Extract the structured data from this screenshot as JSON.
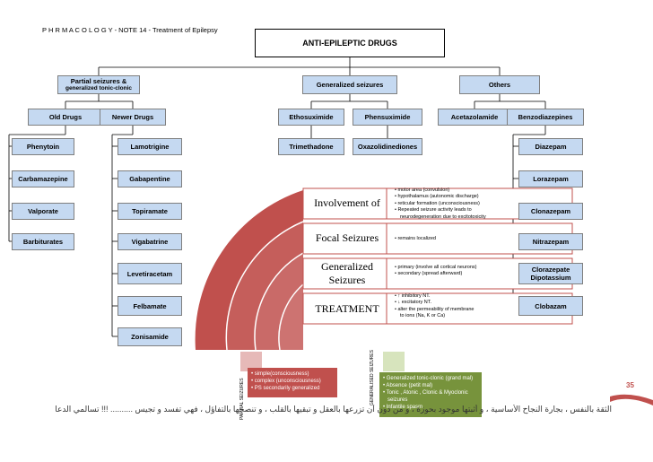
{
  "header": {
    "title": "P H R M A C O L O G Y - NOTE 14 - Treatment of Epilepsy"
  },
  "root": {
    "label": "ANTI-EPILEPTIC DRUGS"
  },
  "categories": {
    "partial": {
      "label": "Partial seizures &",
      "sub": "generalized tonic-clonic"
    },
    "generalized": {
      "label": "Generalized seizures"
    },
    "others": {
      "label": "Others"
    }
  },
  "subcategories": {
    "old": "Old Drugs",
    "newer": "Newer Drugs",
    "benzo": "Benzodiazepines"
  },
  "old_drugs": [
    "Phenytoin",
    "Carbamazepine",
    "Valporate",
    "Barbiturates"
  ],
  "newer_drugs": [
    "Lamotrigine",
    "Gabapentine",
    "Topiramate",
    "Vigabatrine",
    "Levetiracetam",
    "Felbamate",
    "Zonisamide"
  ],
  "generalized_drugs": [
    "Ethosuximide",
    "Phensuximide",
    "Trimethadone",
    "Oxazolidinediones"
  ],
  "others_drugs": [
    "Acetazolamide"
  ],
  "benzo_drugs": [
    "Diazepam",
    "Lorazepam",
    "Clonazepam",
    "Nitrazepam",
    "Clorazepate Dipotassium",
    "Clobazam"
  ],
  "rows": [
    {
      "label": "Involvement of",
      "bullets": [
        "• motor area (convulsion)",
        "• hypothalamus (autonomic discharge)",
        "• reticular formation (unconsciousness)",
        "• Repeated seizure activity leads to",
        "  neurodegeneration  due to excitotoxicity"
      ]
    },
    {
      "label": "Focal Seizures",
      "bullets": [
        "• remains localized"
      ]
    },
    {
      "label": "Generalized Seizures",
      "bullets": [
        "• primary (involve all cortical neurons)",
        "• secondary (spread afterward)"
      ]
    },
    {
      "label": "TREATMENT",
      "bullets": [
        "• ↑ inhibitory NT.",
        "• ↓ excitatory NT.",
        "• alter the permeability of membrane",
        "  to ions (Na, K or Ca)"
      ]
    }
  ],
  "legend": {
    "partial_label": "PARTIAL SEIZURES",
    "partial_items": [
      "• simple(consciousness)",
      "• complex (unconsciousness)",
      "• PS secondarily generalized"
    ],
    "generalized_label": "GENERALISED SEIZURES",
    "generalized_items": [
      "• Generalized tonic-clonic (grand mal)",
      "• Absence (petit mal)",
      "• Tonic , Atonic , Clonic & Myoclonic",
      "  seizures",
      "• Infantile spasm"
    ]
  },
  "page_number": "35",
  "footer": "الثقة بالنفس ، بجارة النجاح الأساسية ، و أثبتها موجود بحوزة ، و من دون أن تزرعها بالعقل و تبقيها بالقلب ، و تنصحها بالتفاؤل ، فهي تفسد و تجيس .......... !!! تسالمي الدعا",
  "colors": {
    "box": "#c5d9f1",
    "arc": "#c0504d",
    "partial_legend": "#c0504d",
    "gen_legend": "#77933c",
    "page_tab": "#c0504d"
  }
}
